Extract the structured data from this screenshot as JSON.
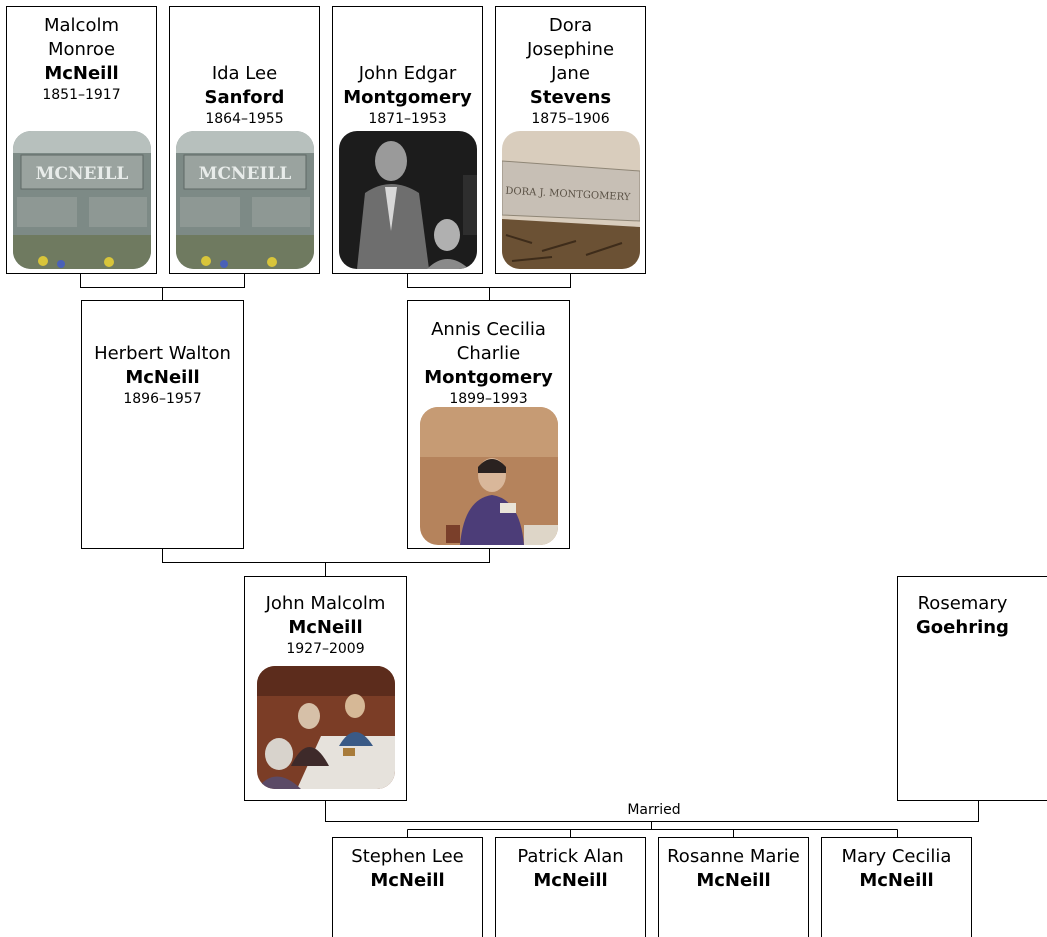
{
  "people": {
    "p1": {
      "given": "Malcolm Monroe",
      "surname": "McNeill",
      "dates": "1851–1917"
    },
    "p2": {
      "given": "Ida Lee",
      "surname": "Sanford",
      "dates": "1864–1955"
    },
    "p3": {
      "given": "John Edgar",
      "surname": "Montgomery",
      "dates": "1871–1953"
    },
    "p4": {
      "given": "Dora Josephine Jane",
      "surname": "Stevens",
      "dates": "1875–1906"
    },
    "p5": {
      "given": "Herbert Walton",
      "surname": "McNeill",
      "dates": "1896–1957"
    },
    "p6": {
      "given": "Annis Cecilia Charlie",
      "surname": "Montgomery",
      "dates": "1899–1993"
    },
    "p7": {
      "given": "John Malcolm",
      "surname": "McNeill",
      "dates": "1927–2009"
    },
    "p8": {
      "given": "Rosemary",
      "surname": "Goehring"
    },
    "c1": {
      "given": "Stephen Lee",
      "surname": "McNeill"
    },
    "c2": {
      "given": "Patrick Alan",
      "surname": "McNeill"
    },
    "c3": {
      "given": "Rosanne Marie",
      "surname": "McNeill"
    },
    "c4": {
      "given": "Mary Cecilia",
      "surname": "McNeill"
    }
  },
  "married_label": "Married"
}
